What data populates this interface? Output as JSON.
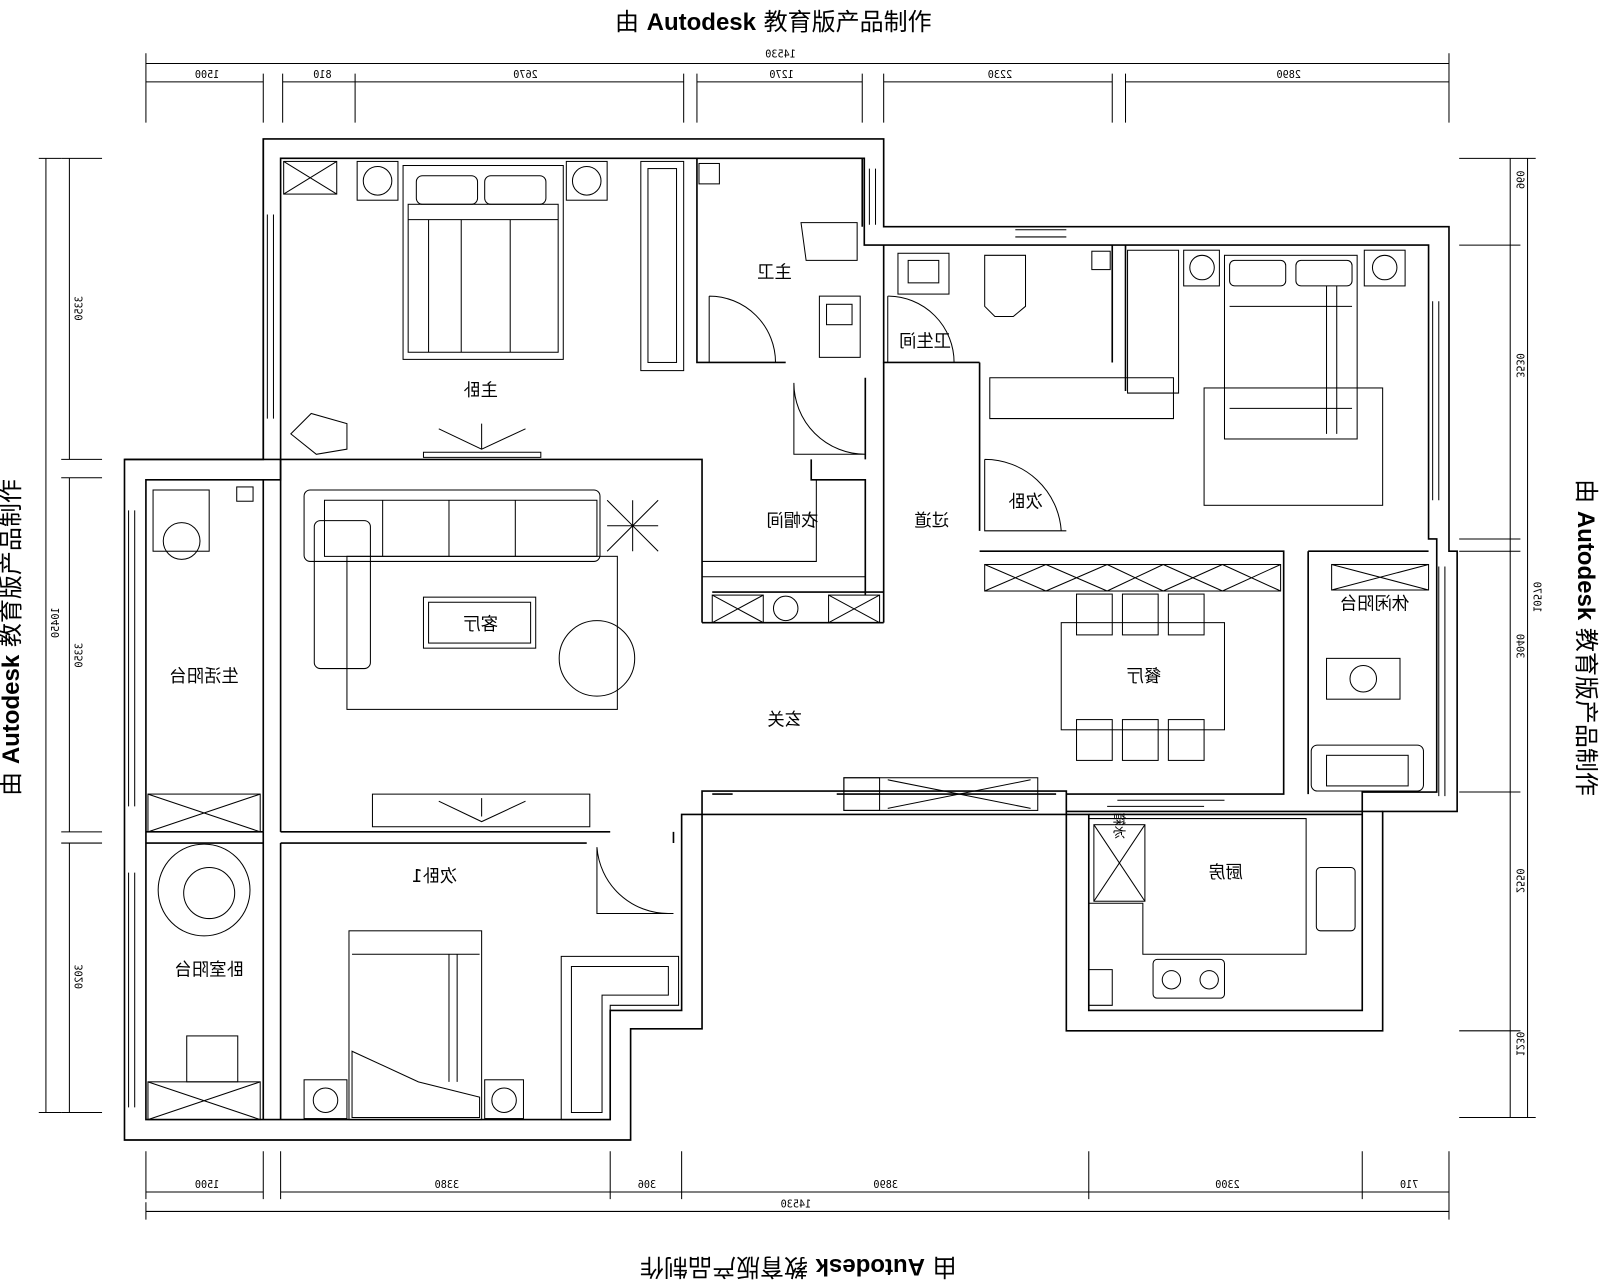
{
  "watermark": {
    "prefix": "由",
    "brand": "Autodesk",
    "suffix": "教育版产品制作"
  },
  "rooms": {
    "master_bedroom": "主卧",
    "master_bath": "主卫",
    "bathroom": "卫生间",
    "second_bedroom": "次卧",
    "corridor": "过道",
    "cloakroom": "衣帽间",
    "living_room": "客厅",
    "dining_room": "餐厅",
    "utility_balcony": "生活阳台",
    "leisure_balcony": "休闲阳台",
    "entrance": "玄关",
    "second_bedroom_1": "次卧1",
    "bedroom_balcony": "卧室阳台",
    "kitchen": "厨房",
    "fridge": "冰箱"
  },
  "dimensions": {
    "top_total": "14530",
    "top": [
      "1500",
      "810",
      "2670",
      "1270",
      "2230",
      "2890"
    ],
    "bottom_total": "14530",
    "bottom": [
      "1500",
      "3380",
      "306",
      "3890",
      "2300",
      "710"
    ],
    "left_total": "10450",
    "left": [
      "3350",
      "3350",
      "3020"
    ],
    "right_total": "10570",
    "right": [
      "960",
      "3530",
      "3040",
      "2550",
      "1230"
    ]
  }
}
